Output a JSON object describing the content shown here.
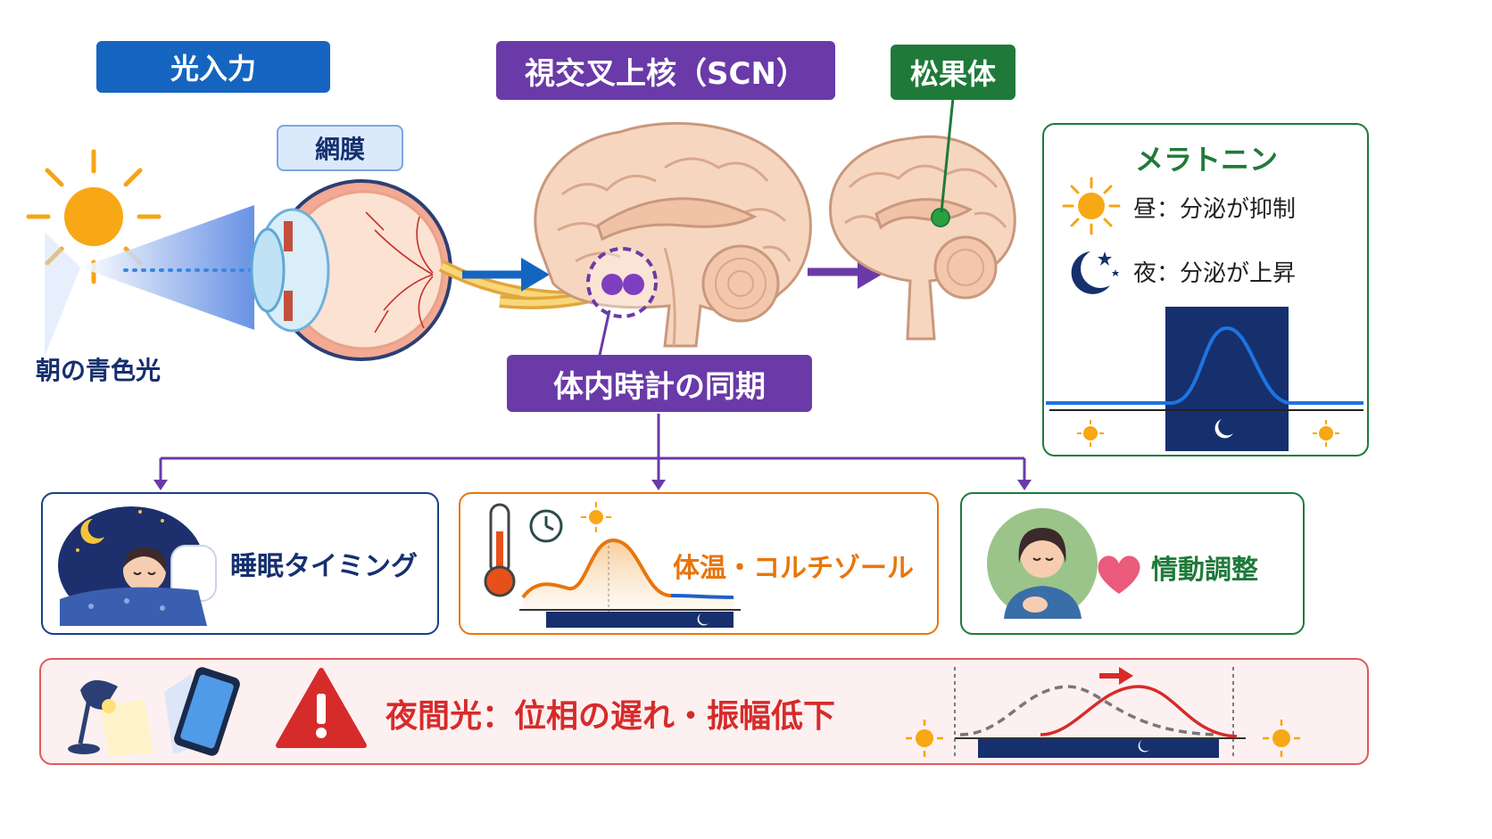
{
  "labels": {
    "light_input": "光入力",
    "retina": "網膜",
    "morning_blue_light": "朝の青色光",
    "scn": "視交叉上核（SCN）",
    "pineal": "松果体",
    "clock_sync": "体内時計の同期",
    "melatonin": "メラトニン",
    "day_line": "昼：分泌が抑制",
    "night_line": "夜：分泌が上昇",
    "sleep_timing": "睡眠タイミング",
    "temp_cortisol": "体温・コルチゾール",
    "emotion": "情動調整",
    "night_light_warning": "夜間光：位相の遅れ・振幅低下"
  },
  "colors": {
    "blue": "#1565c0",
    "purple": "#6a3aa8",
    "green": "#1f7a3a",
    "orange": "#e8760c",
    "red": "#d62b2b",
    "navy": "#16306e",
    "sun": "#f5a516"
  },
  "icons": [
    "sun-icon",
    "eye-icon",
    "brain-icon",
    "moon-icon",
    "thermometer-icon",
    "clock-icon",
    "heart-icon",
    "lamp-icon",
    "smartphone-icon",
    "warning-icon"
  ]
}
